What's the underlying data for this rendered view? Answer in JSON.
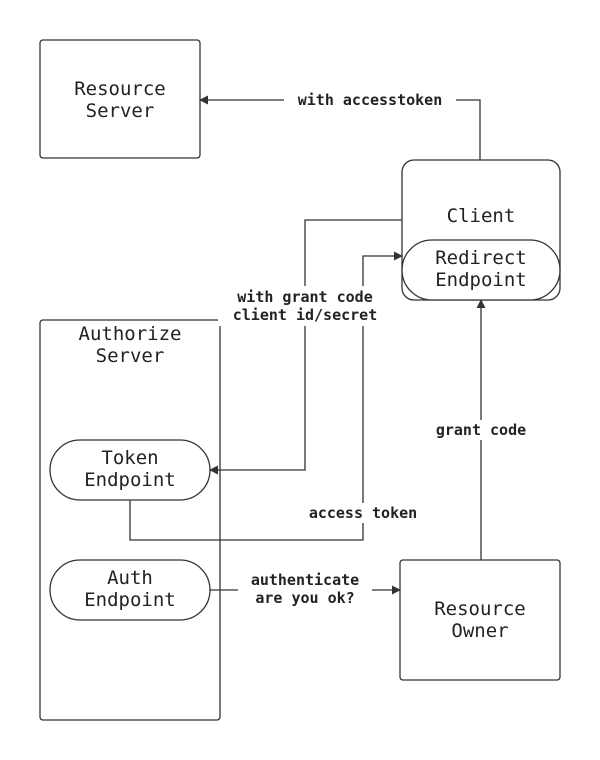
{
  "nodes": {
    "resource_server": {
      "line1": "Resource",
      "line2": "Server"
    },
    "client": {
      "label": "Client"
    },
    "redirect_endpoint": {
      "line1": "Redirect",
      "line2": "Endpoint"
    },
    "authorize_server": {
      "line1": "Authorize",
      "line2": "Server"
    },
    "token_endpoint": {
      "line1": "Token",
      "line2": "Endpoint"
    },
    "auth_endpoint": {
      "line1": "Auth",
      "line2": "Endpoint"
    },
    "resource_owner": {
      "line1": "Resource",
      "line2": "Owner"
    }
  },
  "edges": {
    "with_accesstoken": {
      "label": "with accesstoken"
    },
    "grant_request": {
      "line1": "with grant code",
      "line2": "client id/secret"
    },
    "access_token": {
      "label": "access token"
    },
    "grant_code": {
      "label": "grant code"
    },
    "authenticate": {
      "line1": "authenticate",
      "line2": "are you ok?"
    }
  },
  "colors": {
    "stroke": "#333333",
    "text": "#222222",
    "background": "#ffffff"
  }
}
